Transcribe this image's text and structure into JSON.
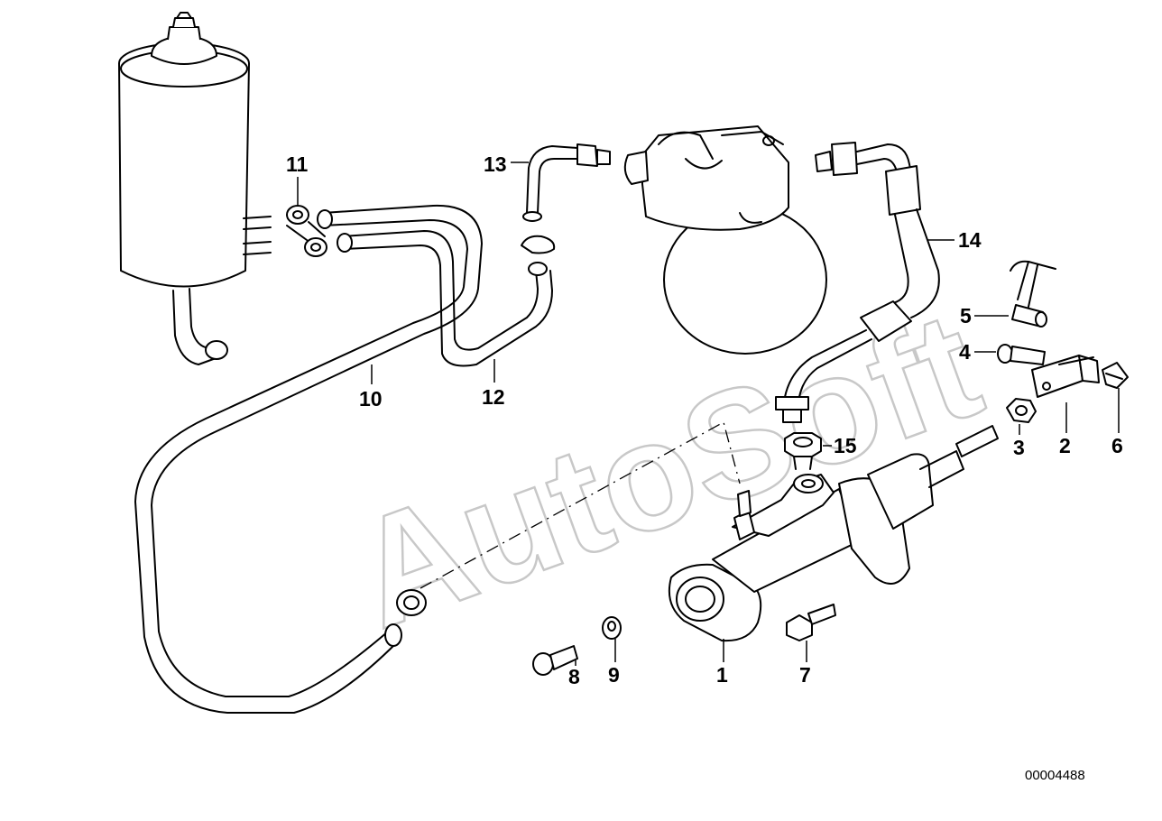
{
  "watermark": "AutoSoft",
  "diagram_ref": "00004488",
  "callouts": [
    "1",
    "2",
    "3",
    "4",
    "5",
    "6",
    "7",
    "8",
    "9",
    "10",
    "11",
    "12",
    "13",
    "14",
    "15"
  ]
}
